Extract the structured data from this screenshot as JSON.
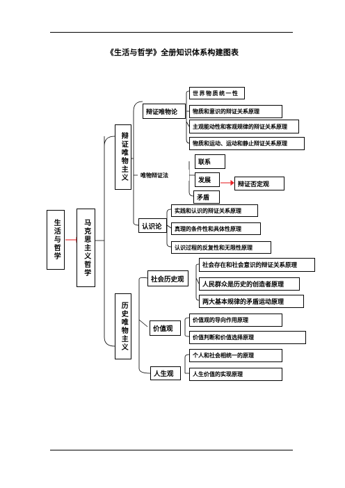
{
  "title": "《生活与哲学》全册知识体系构建图表",
  "root": "生活与哲学",
  "main": "马克思主义哲学",
  "branches": {
    "dialectical_materialism": {
      "label": "辩证唯物主义",
      "materialism": {
        "label": "辩证唯物论",
        "items": [
          "世界物质统一性",
          "物质和意识的辩证关系原理",
          "主观能动性和客观规律的辩证关系原理",
          "物质和运动、运动和静止辩证关系原理"
        ]
      },
      "dialectics": {
        "label": "唯物辩证法",
        "items": [
          "联系",
          "发展",
          "矛盾"
        ],
        "development_note": "辩证否定观"
      },
      "epistemology": {
        "label": "认识论",
        "items": [
          "实践和认识的辩证关系原理",
          "真理的条件性和具体性原理",
          "认识过程的反复性和无限性原理"
        ]
      }
    },
    "historical_materialism": {
      "label": "历史唯物主义",
      "social_history": {
        "label": "社会历史观",
        "items": [
          "社会存在和社会意识的辩证关系原理",
          "人民群众是历史的创造者原理",
          "两大基本规律的矛盾运动原理"
        ]
      },
      "values": {
        "label": "价值观",
        "items": [
          "价值观的导向作用原理",
          "价值判断和价值选择原理"
        ]
      },
      "life": {
        "label": "人生观",
        "items": [
          "个人和社会相统一的原理",
          "人生价值的实现原理"
        ]
      }
    }
  },
  "colors": {
    "arrow": "#e8262a",
    "line": "#000000"
  }
}
